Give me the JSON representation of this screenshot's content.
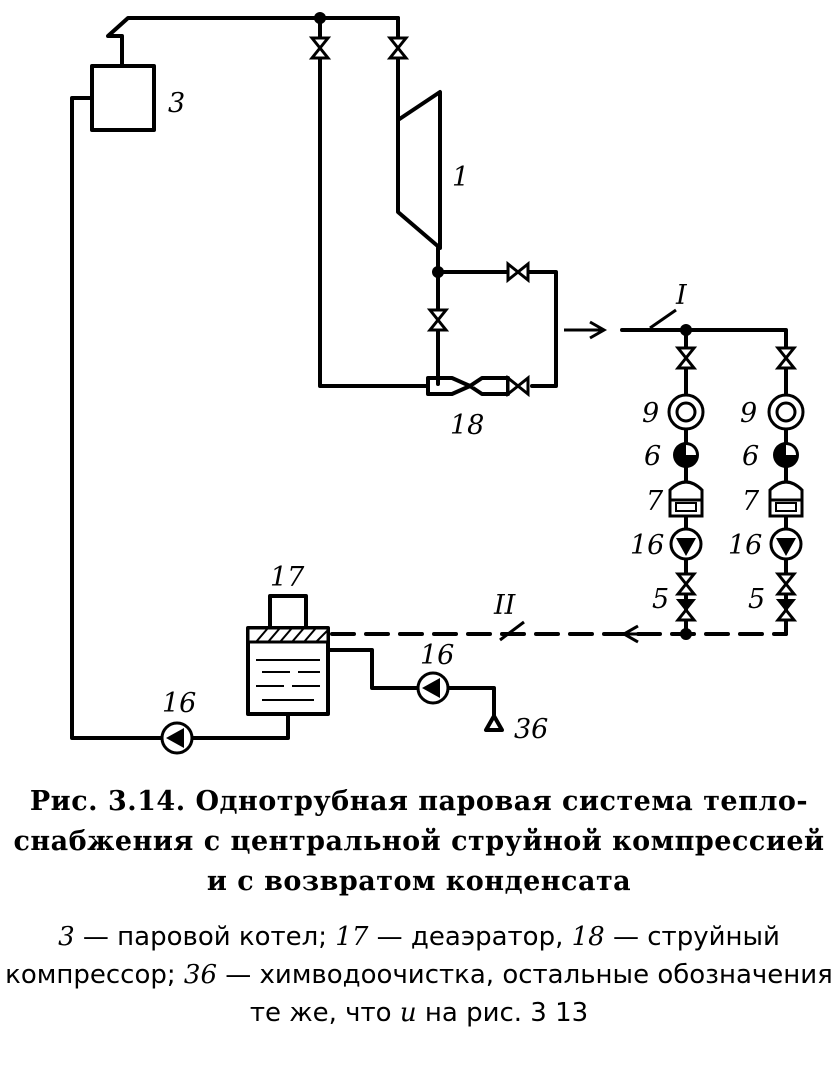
{
  "labels": {
    "boiler": "3",
    "turbine": "1",
    "jet_compressor": "18",
    "line_supply": "I",
    "line_return": "II",
    "left_9": "9",
    "right_9": "9",
    "left_6": "6",
    "right_6": "6",
    "left_7": "7",
    "right_7": "7",
    "left_16": "16",
    "right_16": "16",
    "left_5": "5",
    "right_5": "5",
    "deaerator": "17",
    "pump_chem": "16",
    "pump_feed": "16",
    "chem_treatment": "36"
  },
  "caption": {
    "title_line1": "Рис. 3.14. Однотрубная паровая система тепло-",
    "title_line2": "снабжения с центральной струйной компрессией",
    "title_line3": "и с возвратом конденсата",
    "legend": [
      {
        "num": "3",
        "text": " — паровой котел; "
      },
      {
        "num": "17",
        "text": " — деаэратор, "
      },
      {
        "num": "18",
        "text": " — струйный компрессор; "
      },
      {
        "num": "36",
        "text": " — химводоочистка, остальные обозначения те же, что "
      },
      {
        "num": "и",
        "text": " на рис. 3 13"
      }
    ]
  }
}
